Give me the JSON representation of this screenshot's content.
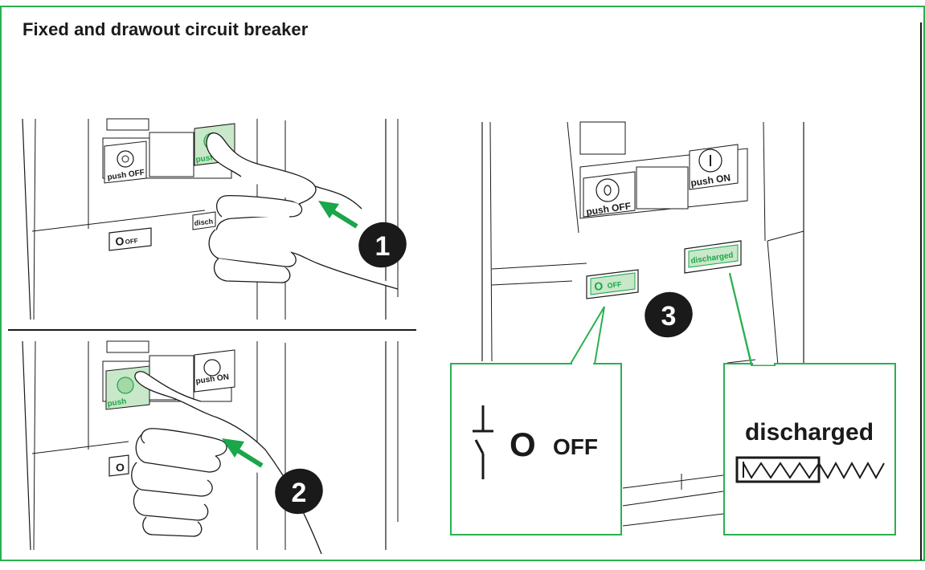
{
  "title": "Fixed and drawout circuit breaker",
  "colors": {
    "accent_green": "#1aa64a",
    "light_green": "#c9e8c9",
    "ink": "#1a1a1a",
    "border_green": "#2bb04f"
  },
  "panel1": {
    "step": "1",
    "off_button_label": "push OFF",
    "on_button_label_partial": "push",
    "off_indicator_symbol": "O",
    "off_indicator_label": "OFF",
    "spring_indicator_partial": "disch"
  },
  "panel2": {
    "step": "2",
    "off_button_label_partial": "push",
    "on_button_label": "push ON",
    "off_indicator_symbol": "O"
  },
  "panel3": {
    "step": "3",
    "off_button_label": "push OFF",
    "on_button_label": "push ON",
    "off_indicator_symbol": "O",
    "off_indicator_label": "OFF",
    "spring_indicator_label": "discharged"
  },
  "callout_off": {
    "symbol": "O",
    "label": "OFF"
  },
  "callout_discharged": {
    "label": "discharged"
  }
}
